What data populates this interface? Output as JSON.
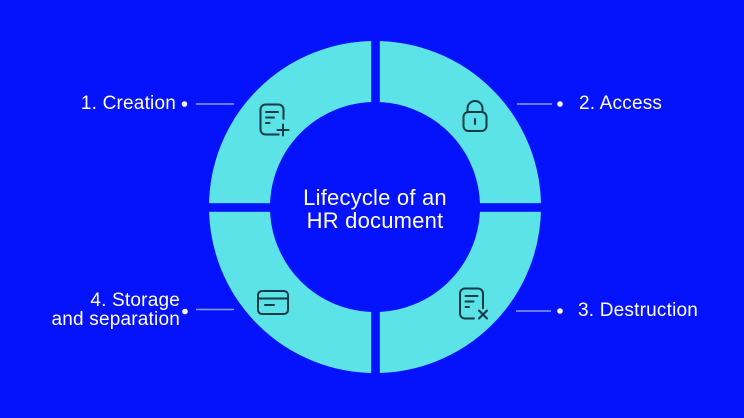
{
  "diagram": {
    "title_line1": "Lifecycle of an",
    "title_line2": "HR document",
    "stages": [
      {
        "label": "1. Creation",
        "icon": "document-add-icon",
        "position": "top-left"
      },
      {
        "label": "2. Access",
        "icon": "lock-icon",
        "position": "top-right"
      },
      {
        "label": "3. Destruction",
        "icon": "document-remove-icon",
        "position": "bottom-right"
      },
      {
        "label_line1": "4. Storage",
        "label_line2": "and separation",
        "icon": "storage-card-icon",
        "position": "bottom-left"
      }
    ]
  },
  "colors": {
    "background": "#0413fb",
    "ring": "#5ce3e8",
    "icon_stroke": "#123b45",
    "text": "#ffffff",
    "connector_line": "#8d9ef2"
  }
}
